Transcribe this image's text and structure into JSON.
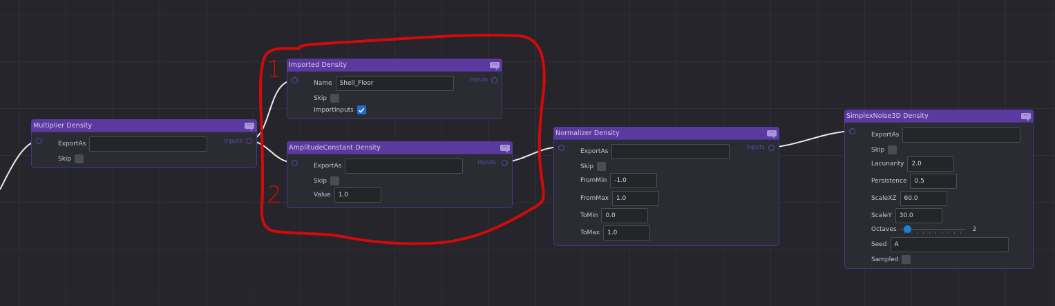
{
  "canvas": {
    "background": "#25252b",
    "grid_color": "#2f2f36",
    "accent": "#5a3a9e",
    "annotation_color": "#d40a0a"
  },
  "annotations": {
    "label_1": "1",
    "label_2": "2"
  },
  "nodes": {
    "multiplier": {
      "title": "Multiplier Density",
      "outputs_label": "Inputs",
      "export_as_label": "ExportAs",
      "export_as_value": "",
      "skip_label": "Skip",
      "skip_checked": false
    },
    "imported": {
      "title": "Imported Density",
      "outputs_label": "Inputs",
      "name_label": "Name",
      "name_value": "Shell_Floor",
      "skip_label": "Skip",
      "skip_checked": false,
      "import_inputs_label": "ImportInputs",
      "import_inputs_checked": true
    },
    "amplitude": {
      "title": "AmplitudeConstant Density",
      "outputs_label": "Inputs",
      "export_as_label": "ExportAs",
      "export_as_value": "",
      "skip_label": "Skip",
      "skip_checked": false,
      "value_label": "Value",
      "value_value": "1.0"
    },
    "normalizer": {
      "title": "Normalizer Density",
      "outputs_label": "Inputs",
      "export_as_label": "ExportAs",
      "export_as_value": "",
      "skip_label": "Skip",
      "skip_checked": false,
      "from_min_label": "FromMin",
      "from_min_value": "-1.0",
      "from_max_label": "FromMax",
      "from_max_value": "1.0",
      "to_min_label": "ToMin",
      "to_min_value": "0.0",
      "to_max_label": "ToMax",
      "to_max_value": "1.0"
    },
    "simplex": {
      "title": "SimplexNoise3D Density",
      "export_as_label": "ExportAs",
      "export_as_value": "",
      "skip_label": "Skip",
      "skip_checked": false,
      "lacunarity_label": "Lacunarity",
      "lacunarity_value": "2.0",
      "persistence_label": "Persistence",
      "persistence_value": "0.5",
      "scale_xz_label": "ScaleXZ",
      "scale_xz_value": "60.0",
      "scale_y_label": "ScaleY",
      "scale_y_value": "30.0",
      "octaves_label": "Octaves",
      "octaves_value": "2",
      "seed_label": "Seed",
      "seed_value": "A",
      "sampled_label": "Sampled",
      "sampled_checked": false
    }
  },
  "icons": {
    "comment": "comment-bubble-icon",
    "check": "checkmark-icon"
  }
}
